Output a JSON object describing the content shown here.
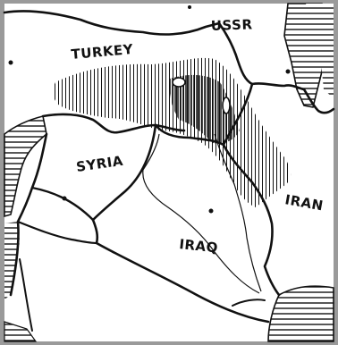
{
  "map": {
    "labels": {
      "ussr": "USSR",
      "turkey": "TURKEY",
      "syria": "SYRIA",
      "iraq": "IRAQ",
      "iran": "IRAN"
    },
    "colors": {
      "background": "#ffffff",
      "ink": "#111111",
      "frame": "#9a9a9a"
    },
    "shaded_region": "hatched area across Turkey, Iraq and Iran"
  }
}
